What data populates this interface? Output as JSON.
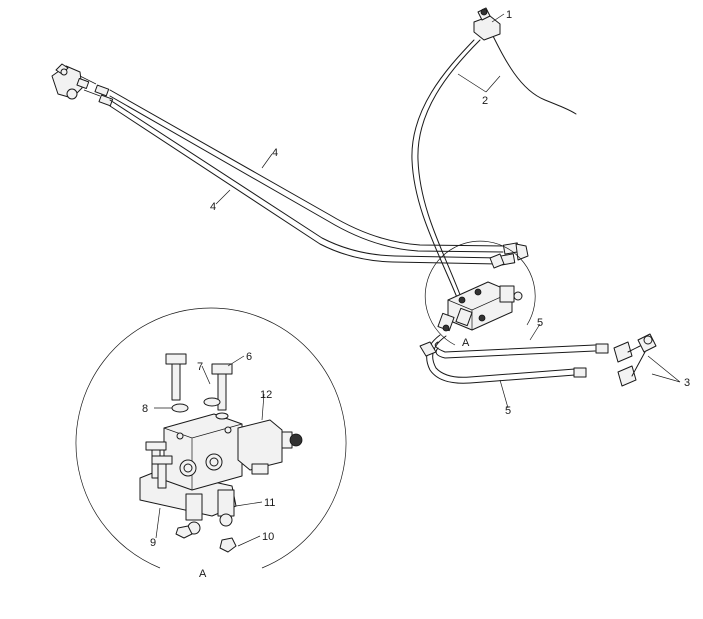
{
  "callouts": {
    "c1": "1",
    "c2": "2",
    "c3": "3",
    "c4a": "4",
    "c4b": "4",
    "c5a": "5",
    "c5b": "5",
    "c6": "6",
    "c7": "7",
    "c8": "8",
    "c9": "9",
    "c10": "10",
    "c11": "11",
    "c12": "12"
  },
  "detail": {
    "marker_label": "A",
    "view_label": "A"
  }
}
